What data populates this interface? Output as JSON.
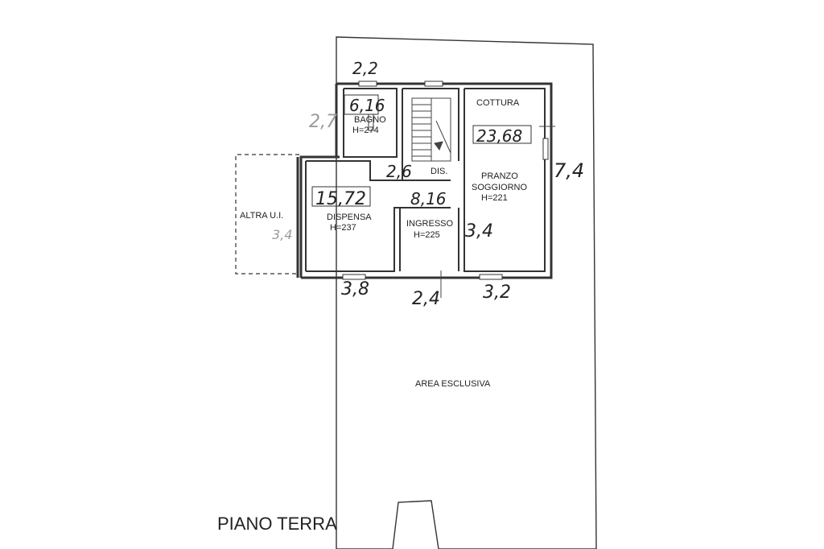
{
  "floor_title": "PIANO TERRA",
  "rooms": {
    "bagno": {
      "name": "BAGNO",
      "height": "H=274",
      "area": "6,16"
    },
    "cottura": {
      "name": "COTTURA"
    },
    "pranzo": {
      "name_line1": "PRANZO",
      "name_line2": "SOGGIORNO",
      "height": "H=221",
      "area": "23,68"
    },
    "dispensa": {
      "name": "DISPENSA",
      "height": "H=237",
      "area": "15,72"
    },
    "ingresso": {
      "name": "INGRESSO",
      "height": "H=225",
      "area": "8,16"
    },
    "dis": {
      "name": "DIS."
    },
    "altra": {
      "name": "ALTRA U.I."
    },
    "area_esclusiva": {
      "name": "AREA ESCLUSIVA"
    }
  },
  "dimensions": {
    "top": "2,2",
    "bagno_side": "2,7",
    "dis": "2,6",
    "right": "7,4",
    "ingresso_side": "3,4",
    "altra_side": "3,4",
    "bottom_left": "3,8",
    "bottom_mid": "2,4",
    "bottom_right": "3,2"
  }
}
